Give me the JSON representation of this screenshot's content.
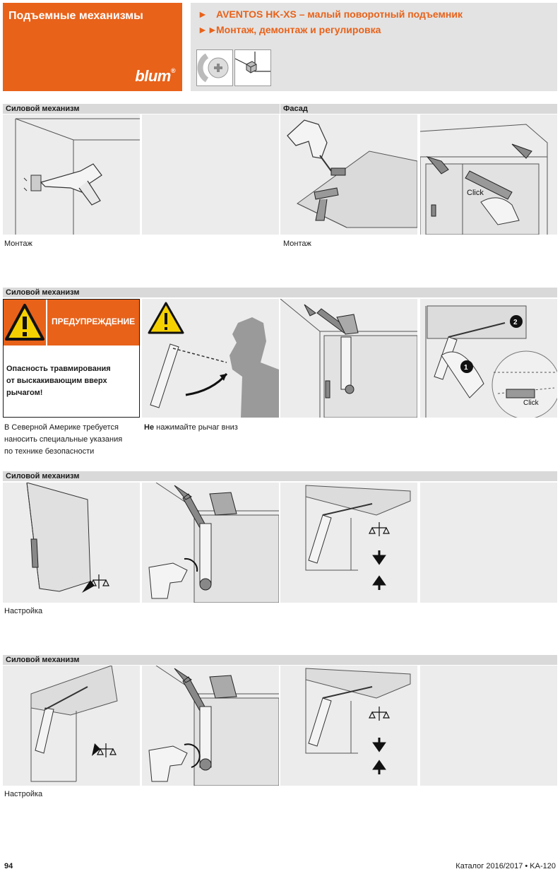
{
  "header": {
    "category": "Подъемные механизмы",
    "brand": "blum",
    "brand_mark": "®",
    "line1_arrow": "►",
    "line1": "AVENTOS HK-XS – малый поворотный подъемник",
    "line2_arrow": "►►",
    "line2": "Монтаж, демонтаж и регулировка",
    "icons": [
      "screwdriver-icon",
      "cabinet-front-icon"
    ]
  },
  "sections": [
    {
      "left_label": "Силовой механизм",
      "right_label": "Фасад",
      "captions": [
        "Монтаж",
        "Монтаж"
      ],
      "annotations": [
        "Click"
      ]
    },
    {
      "label": "Силовой механизм",
      "warning_title": "ПРЕДУПРЕЖДЕНИЕ",
      "warning_line1": "Опасность травмирования",
      "warning_line2": "от выскакивающим вверх",
      "warning_line3": "рычагом!",
      "caption_left_line1": "В Северной Америке требуется",
      "caption_left_line2": "наносить специальные указания",
      "caption_left_line3": "по технике безопасности",
      "caption_mid_bold": "Не",
      "caption_mid_rest": " нажимайте рычаг вниз",
      "annotations": [
        "Click",
        "1",
        "2"
      ]
    },
    {
      "label": "Силовой механизм",
      "caption": "Настройка"
    },
    {
      "label": "Силовой механизм",
      "caption": "Настройка"
    }
  ],
  "footer": {
    "page_number": "94",
    "catalog": "Каталог 2016/2017 • KA-120"
  },
  "colors": {
    "accent": "#e8621a",
    "panel": "#ececec",
    "bar": "#d9d9d9",
    "header_grey": "#e3e3e3"
  }
}
